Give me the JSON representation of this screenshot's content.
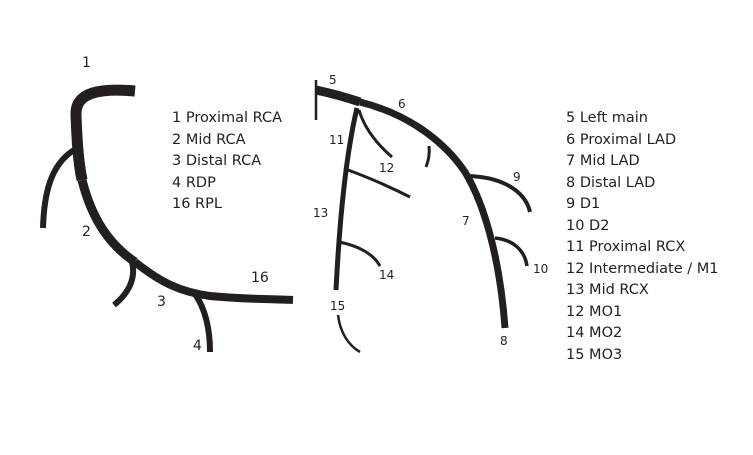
{
  "colors": {
    "vessel": "#231f20",
    "background": "#ffffff"
  },
  "rca": {
    "segment_labels": [
      "1",
      "2",
      "3",
      "4",
      "16"
    ],
    "legend": [
      "1 Proximal RCA",
      "2 Mid RCA",
      "3 Distal RCA",
      "4 RDP",
      "16 RPL"
    ]
  },
  "lca": {
    "segment_labels": [
      "5",
      "6",
      "7",
      "8",
      "9",
      "10",
      "11",
      "12",
      "13",
      "14",
      "15"
    ],
    "legend": [
      "5 Left main",
      "6 Proximal LAD",
      "7 Mid LAD",
      "8 Distal LAD",
      "9 D1",
      "10 D2",
      "11 Proximal RCX",
      "12 Intermediate / M1",
      "13 Mid RCX",
      "12 MO1",
      "14 MO2",
      "15 MO3"
    ]
  }
}
